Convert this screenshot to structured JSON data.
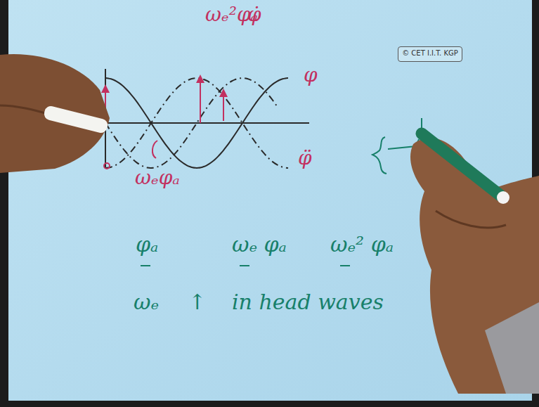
{
  "diagram": {
    "nodes": [
      {
        "text": [
          "© CET I.I.T. KGP"
        ]
      }
    ],
    "labels": [
      "ωₑ²φₐ",
      "φ̇",
      "φ",
      "φ̈",
      "ωₑφₐ",
      "φₐ",
      "ωₑ φₐ",
      "ωₑ² φₐ",
      "ωₑ",
      "↑",
      "in head waves"
    ]
  }
}
